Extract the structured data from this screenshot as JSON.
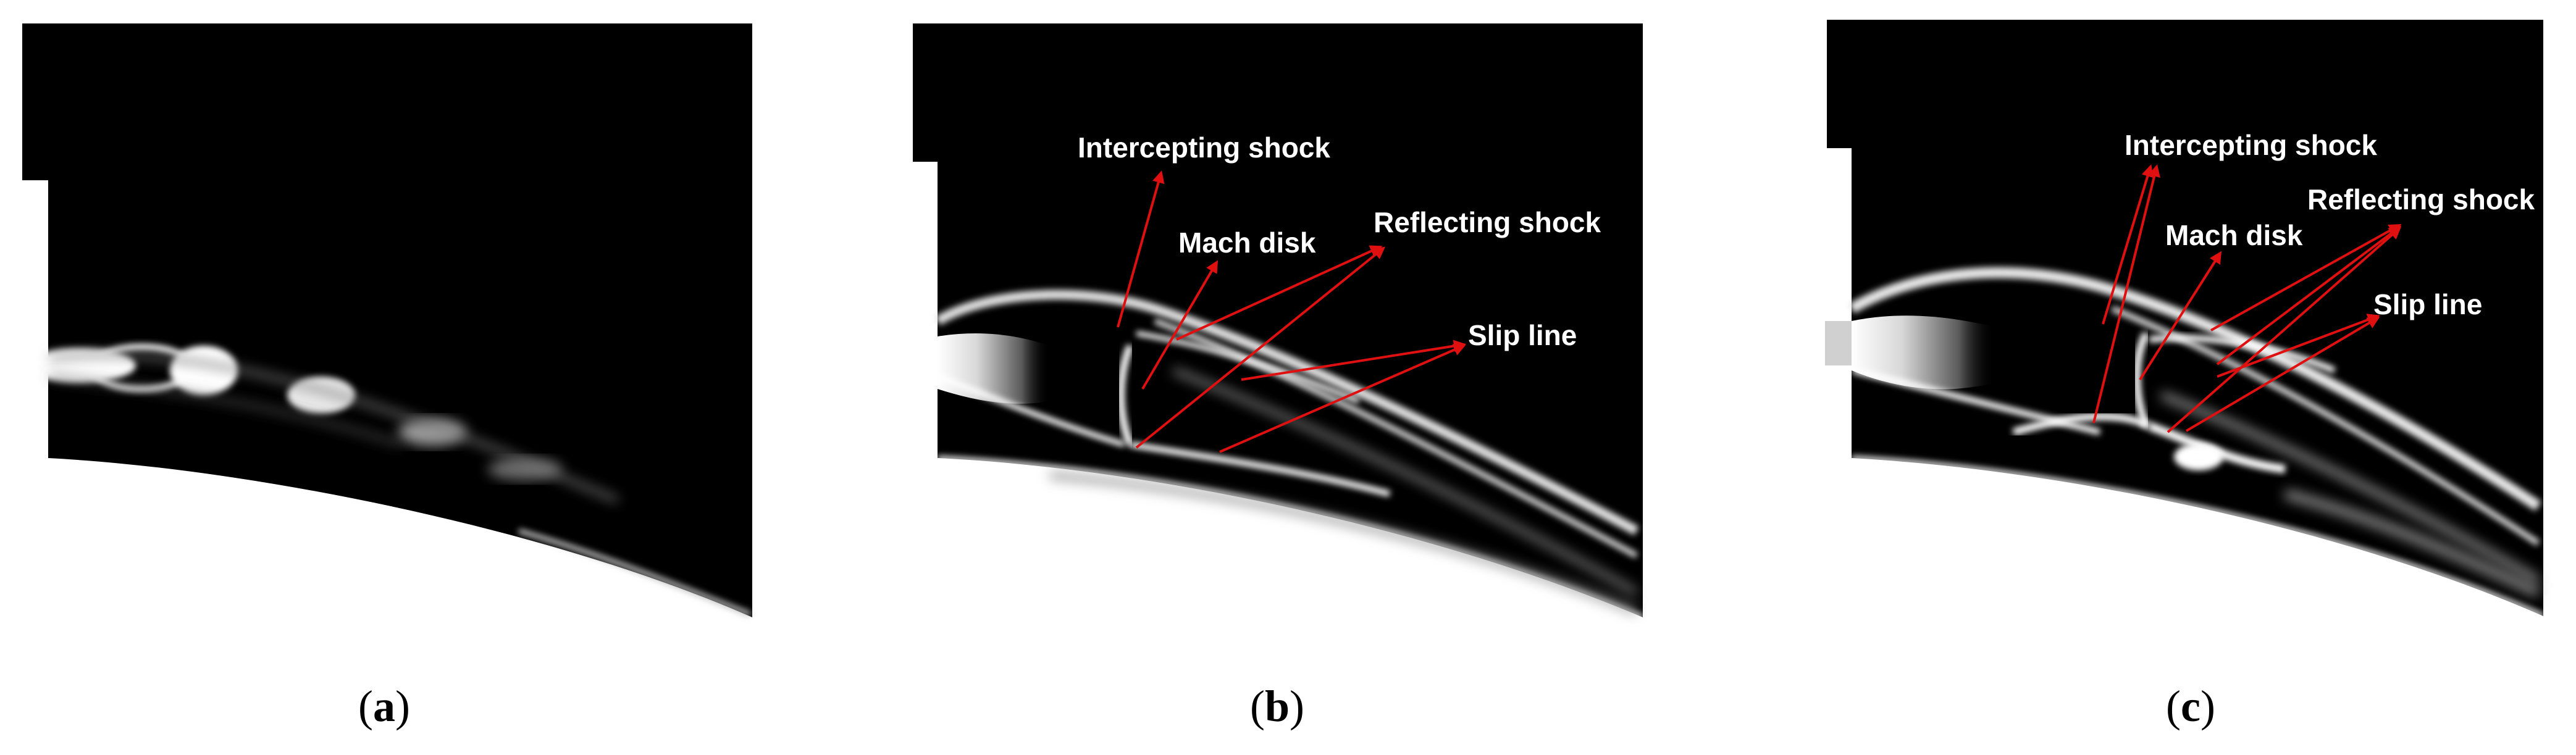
{
  "figure": {
    "panels": [
      {
        "id": "a",
        "label_open": "(",
        "label_letter": "a",
        "label_close": ")",
        "annotations": []
      },
      {
        "id": "b",
        "label_open": "(",
        "label_letter": "b",
        "label_close": ")",
        "annotations": [
          {
            "key": "intercepting-shock",
            "text": "Intercepting shock"
          },
          {
            "key": "mach-disk",
            "text": "Mach disk"
          },
          {
            "key": "reflecting-shock",
            "text": "Reflecting shock"
          },
          {
            "key": "slip-line",
            "text": "Slip line"
          }
        ]
      },
      {
        "id": "c",
        "label_open": "(",
        "label_letter": "c",
        "label_close": ")",
        "annotations": [
          {
            "key": "intercepting-shock",
            "text": "Intercepting shock"
          },
          {
            "key": "mach-disk",
            "text": "Mach disk"
          },
          {
            "key": "reflecting-shock",
            "text": "Reflecting shock"
          },
          {
            "key": "slip-line",
            "text": "Slip line"
          }
        ]
      }
    ],
    "colors": {
      "background": "#ffffff",
      "field": "#000000",
      "flow_feature": "#ffffff",
      "arrow": "#e01010",
      "annotation_text": "#ffffff"
    }
  }
}
